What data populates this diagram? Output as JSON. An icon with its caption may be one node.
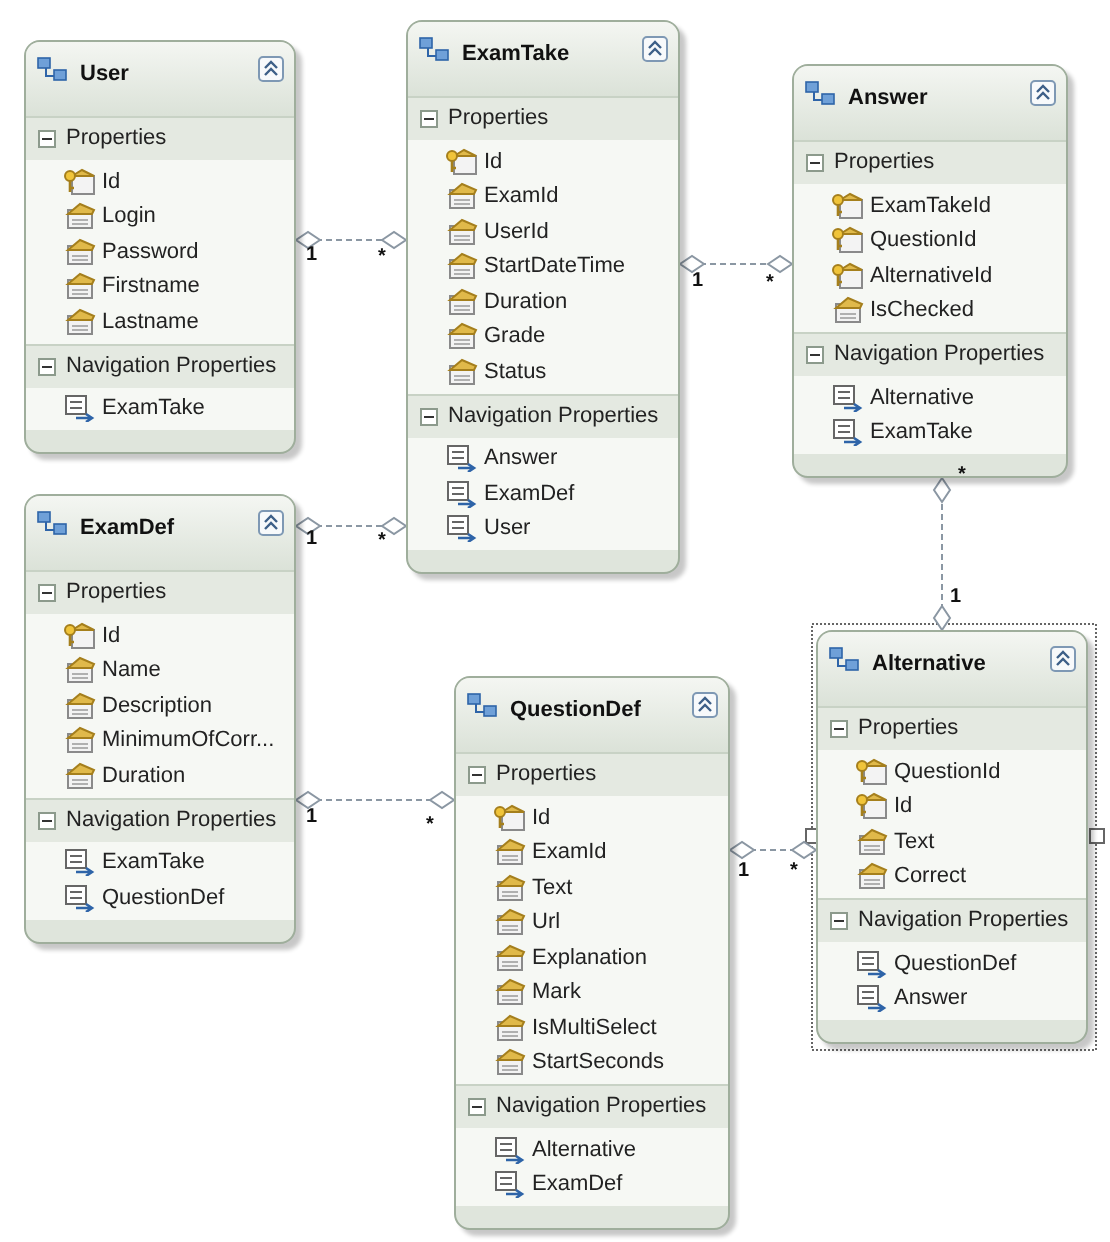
{
  "diagram": {
    "nodes": [
      {
        "text": [
          "User"
        ]
      },
      {
        "text": [
          "Properties",
          "Id",
          "Login",
          "Password",
          "Firstname",
          "Lastname"
        ],
        "in": 0
      },
      {
        "text": [
          "Navigation Properties",
          "ExamTake"
        ],
        "in": 0
      },
      {
        "text": [
          "ExamTake"
        ]
      },
      {
        "text": [
          "Properties",
          "Id",
          "ExamId",
          "UserId",
          "StartDateTime",
          "Duration",
          "Grade",
          "Status"
        ],
        "in": 3
      },
      {
        "text": [
          "Navigation Properties",
          "Answer",
          "ExamDef",
          "User"
        ],
        "in": 3
      },
      {
        "text": [
          "Answer"
        ]
      },
      {
        "text": [
          "Properties",
          "ExamTakeId",
          "QuestionId",
          "AlternativeId",
          "IsChecked"
        ],
        "in": 6
      },
      {
        "text": [
          "Navigation Properties",
          "Alternative",
          "ExamTake"
        ],
        "in": 6
      },
      {
        "text": [
          "ExamDef"
        ]
      },
      {
        "text": [
          "Properties",
          "Id",
          "Name",
          "Description",
          "MinimumOfCorr...",
          "Duration"
        ],
        "in": 9
      },
      {
        "text": [
          "Navigation Properties",
          "ExamTake",
          "QuestionDef"
        ],
        "in": 9
      },
      {
        "text": [
          "QuestionDef"
        ]
      },
      {
        "text": [
          "Properties",
          "Id",
          "ExamId",
          "Text",
          "Url",
          "Explanation",
          "Mark",
          "IsMultiSelect",
          "StartSeconds"
        ],
        "in": 12
      },
      {
        "text": [
          "Navigation Properties",
          "Alternative",
          "ExamDef"
        ],
        "in": 12
      },
      {
        "text": [
          "Alternative"
        ]
      },
      {
        "text": [
          "Properties",
          "QuestionId",
          "Id",
          "Text",
          "Correct"
        ],
        "in": 15
      },
      {
        "text": [
          "Navigation Properties",
          "QuestionDef",
          "Answer"
        ],
        "in": 15
      }
    ],
    "edges": [
      {
        "from": 0,
        "to": 3,
        "arrow": "other"
      },
      {
        "from": 3,
        "to": 6,
        "arrow": "other"
      },
      {
        "from": 9,
        "to": 3,
        "arrow": "other"
      },
      {
        "from": 15,
        "to": 6,
        "arrow": "other"
      },
      {
        "from": 9,
        "to": 12,
        "arrow": "other"
      },
      {
        "from": 12,
        "to": 15,
        "arrow": "other"
      }
    ],
    "labels": [
      "1",
      "*",
      "1",
      "*",
      "1",
      "*",
      "1",
      "*",
      "1",
      "*",
      "1",
      "*"
    ]
  }
}
